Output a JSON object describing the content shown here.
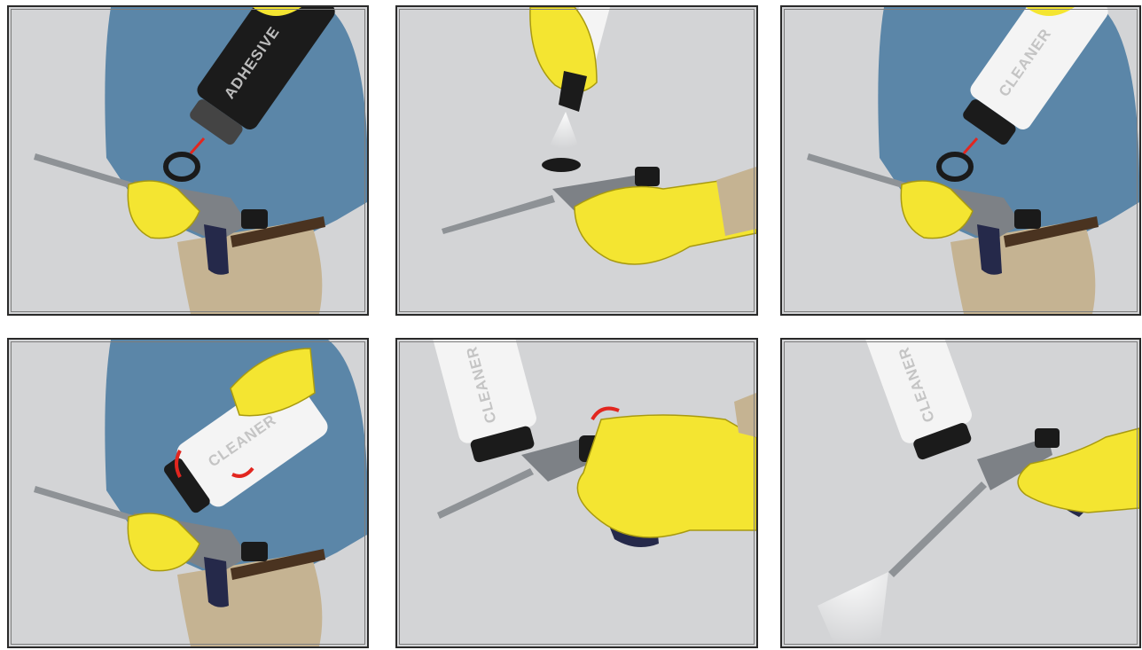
{
  "colors": {
    "background": "#d3d4d6",
    "shirt": "#5b86a8",
    "pants": "#c5b392",
    "glove": "#f4e531",
    "gun_metal": "#8e9296",
    "handle": "#25294a",
    "can_dark": "#1b1b1b",
    "can_light": "#f4f4f4",
    "arrow": "#e2261f"
  },
  "panels": [
    {
      "step": 1,
      "can_label": "ADHESIVE"
    },
    {
      "step": 2,
      "can_label": ""
    },
    {
      "step": 3,
      "can_label": "CLEANER"
    },
    {
      "step": 4,
      "can_label": "CLEANER"
    },
    {
      "step": 5,
      "can_label": "CLEANER"
    },
    {
      "step": 6,
      "can_label": "CLEANER"
    }
  ]
}
